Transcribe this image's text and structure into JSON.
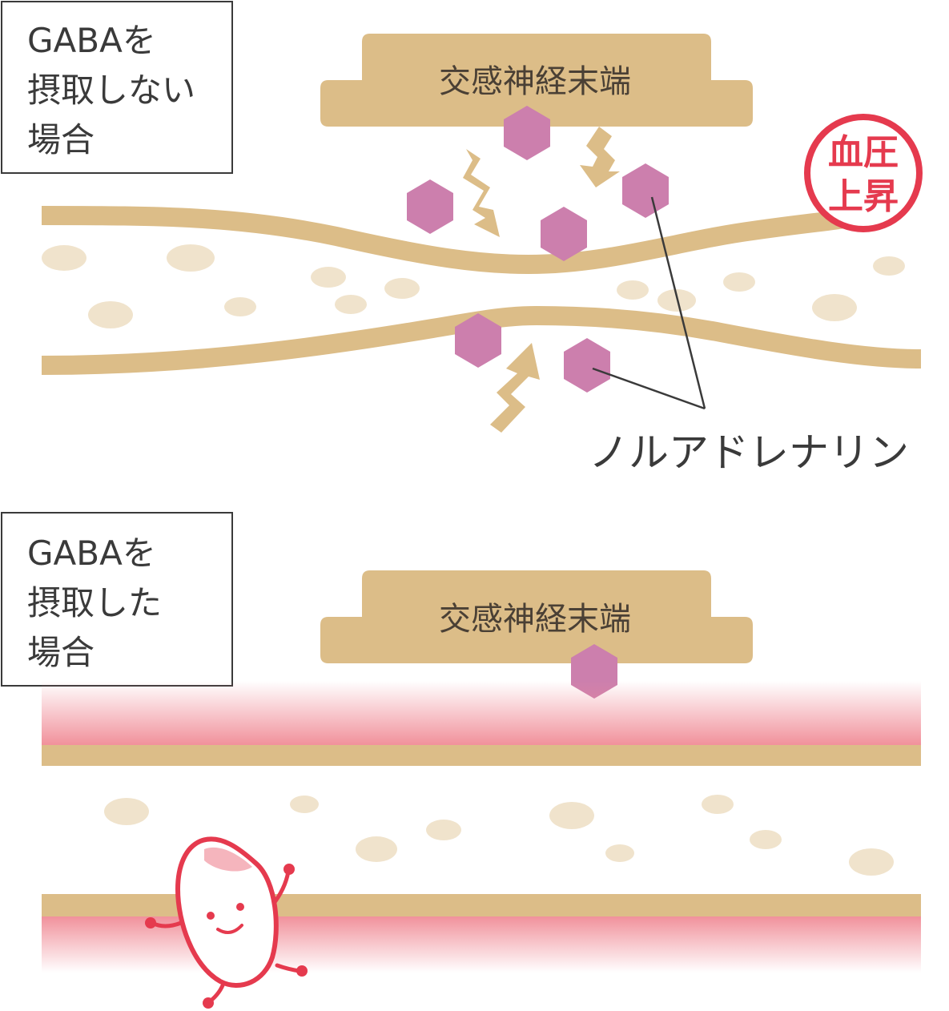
{
  "panel_without": {
    "label_lines": [
      "GABAを",
      "摂取しない",
      "場合"
    ],
    "nerve_label": "交感神経末端",
    "badge_lines": [
      "血圧",
      "上昇"
    ],
    "callout": "ノルアドレナリン"
  },
  "panel_with": {
    "label_lines": [
      "GABAを",
      "摂取した",
      "場合"
    ],
    "nerve_label": "交感神経末端"
  },
  "colors": {
    "vessel": "#dcbd88",
    "cell": "#f0e3cc",
    "noradrenaline": "#cc7fad",
    "alert_red": "#e53a4e",
    "glow_pink": "#f08b96"
  },
  "icons": [
    "lightning-arrow-icon",
    "noradrenaline-hexagon-icon",
    "gaba-mascot-icon"
  ]
}
